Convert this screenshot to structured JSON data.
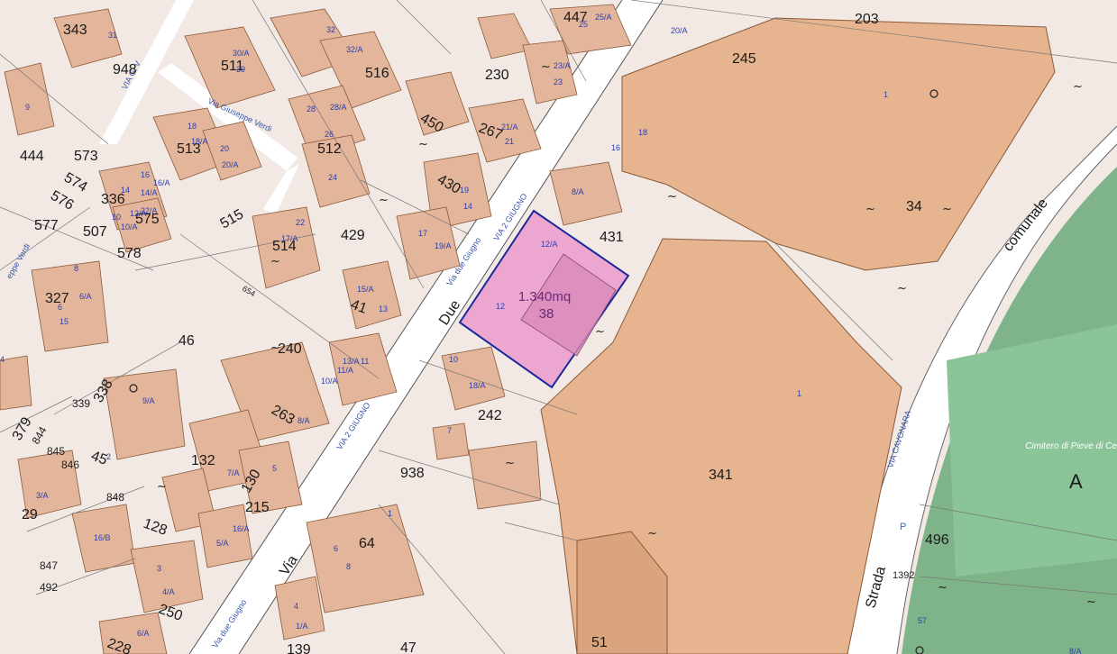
{
  "highlight": {
    "area": "1.340mq",
    "parcel": "38",
    "house_a": "12/A",
    "house_b": "12"
  },
  "streets": {
    "via_due_giugno_big": "Due",
    "via_big": "Via",
    "via_2_giugno_small": "VIA 2 GIUGNO",
    "via_due_giugno_small": "Via due Giugno",
    "via_2_giugno_lower": "VIA 2 GIUGNO",
    "via_due_giugno_bottom": "Via due Giugno",
    "via_giuseppe_verdi": "Via Giuseppe Verdi",
    "via_verdi_small": "VIA G. V",
    "via_verdi_left": "eppe Verdi",
    "strada": "Strada",
    "comunale": "comunale",
    "via_cavour": "VIA CAVONARA"
  },
  "cemetery": {
    "label": "Cimitero di Pieve di Cento",
    "letter": "A",
    "marker": "P"
  },
  "parcels": [
    "343",
    "948",
    "511",
    "516",
    "230",
    "447",
    "203",
    "245",
    "444",
    "573",
    "574",
    "576",
    "513",
    "512",
    "450",
    "267",
    "336",
    "577",
    "507",
    "575",
    "578",
    "515",
    "514",
    "429",
    "430",
    "431",
    "34",
    "327",
    "46",
    "240",
    "654",
    "41",
    "242",
    "338",
    "339",
    "263",
    "379",
    "844",
    "845",
    "846",
    "45",
    "132",
    "130",
    "215",
    "848",
    "29",
    "128",
    "938",
    "341",
    "64",
    "496",
    "847",
    "492",
    "250",
    "228",
    "139",
    "47",
    "51",
    "1392"
  ],
  "house_numbers": [
    "1",
    "9",
    "31",
    "30/A",
    "39",
    "32",
    "32/A",
    "25/A",
    "25",
    "23/A",
    "23",
    "20/A",
    "18",
    "16",
    "1",
    "28",
    "28/A",
    "26",
    "24",
    "21/A",
    "21",
    "18",
    "18/A",
    "20",
    "20/A",
    "16",
    "16/A",
    "14",
    "14/A",
    "12/A",
    "10",
    "10/A",
    "22/A",
    "22",
    "17/A",
    "17",
    "19/A",
    "19",
    "14",
    "8/A",
    "8",
    "6/A",
    "6",
    "15",
    "15/A",
    "13",
    "13/A",
    "11",
    "11/A",
    "10/A",
    "10",
    "18/A",
    "9/A",
    "8/A",
    "7",
    "7/A",
    "5",
    "5/A",
    "16/A",
    "16/B",
    "3/A",
    "3",
    "4/A",
    "4",
    "1/A",
    "6/A",
    "6",
    "8",
    "1",
    "2",
    "57",
    "8/A",
    "4"
  ]
}
